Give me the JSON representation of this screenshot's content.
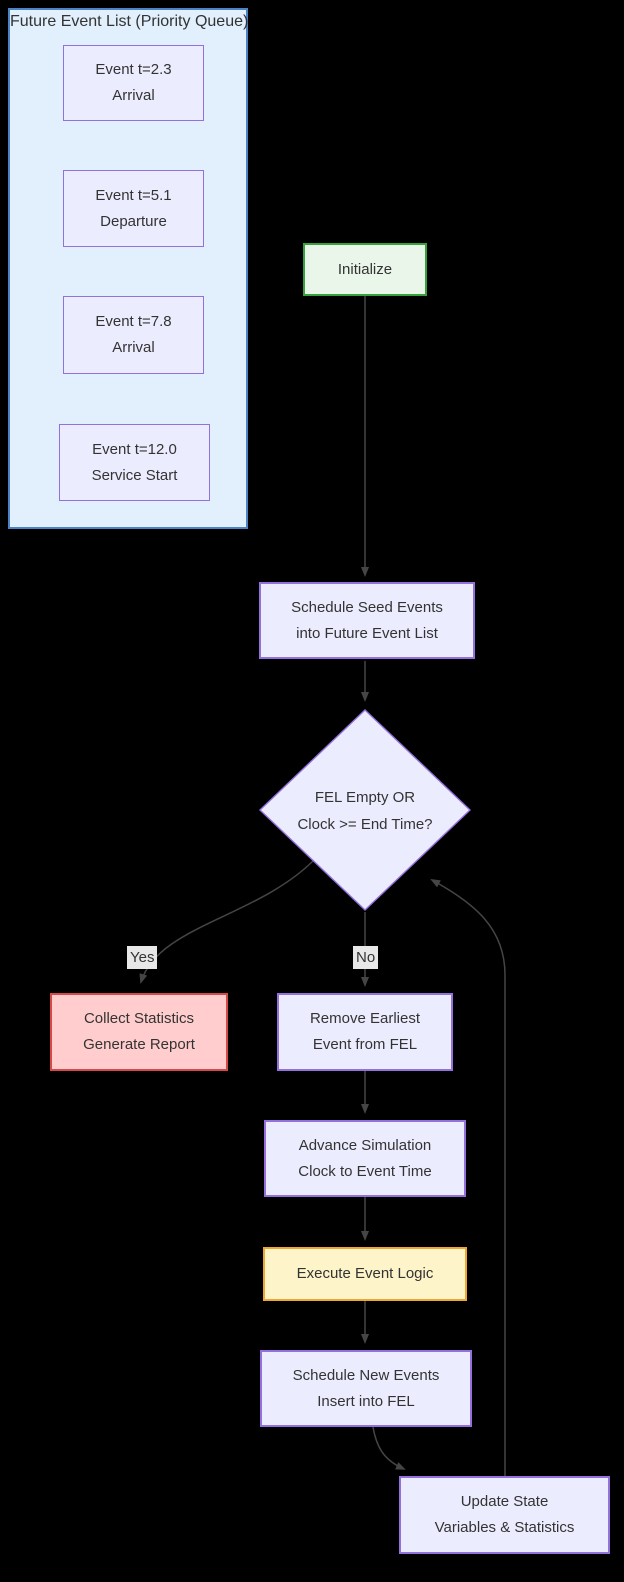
{
  "diagram": {
    "title": "Future Event List (Priority Queue)",
    "colors": {
      "background": "#000000",
      "edge": "#454545",
      "node_fill": "#ececff",
      "node_border": "#9370db",
      "container_fill": "#e1f0fc",
      "container_border": "#4a84c4",
      "start_fill": "#e9f6e9",
      "start_border": "#37a23c",
      "terminal_fill": "#ffcdcd",
      "terminal_border": "#d64949",
      "process_fill": "#fdf5c9",
      "process_border": "#efa733",
      "edge_label_bg": "#e8e8e8",
      "text": "#333333"
    },
    "fel_container": {
      "title": "Future Event List (Priority Queue)",
      "events": [
        {
          "line1": "Event t=2.3",
          "line2": "Arrival"
        },
        {
          "line1": "Event t=5.1",
          "line2": "Departure"
        },
        {
          "line1": "Event t=7.8",
          "line2": "Arrival"
        },
        {
          "line1": "Event t=12.0",
          "line2": "Service Start"
        }
      ]
    },
    "nodes": {
      "initialize": {
        "label": "Initialize"
      },
      "schedule_seed": {
        "line1": "Schedule Seed Events",
        "line2": "into Future Event List"
      },
      "decision": {
        "line1": "FEL Empty OR",
        "line2": "Clock >= End Time?"
      },
      "collect_stats": {
        "line1": "Collect Statistics",
        "line2": "Generate Report"
      },
      "remove_event": {
        "line1": "Remove Earliest",
        "line2": "Event from FEL"
      },
      "advance_clock": {
        "line1": "Advance Simulation",
        "line2": "Clock to Event Time"
      },
      "execute_logic": {
        "label": "Execute Event Logic"
      },
      "schedule_new": {
        "line1": "Schedule New Events",
        "line2": "Insert into FEL"
      },
      "update_state": {
        "line1": "Update State",
        "line2": "Variables & Statistics"
      }
    },
    "edge_labels": {
      "yes": "Yes",
      "no": "No"
    }
  }
}
